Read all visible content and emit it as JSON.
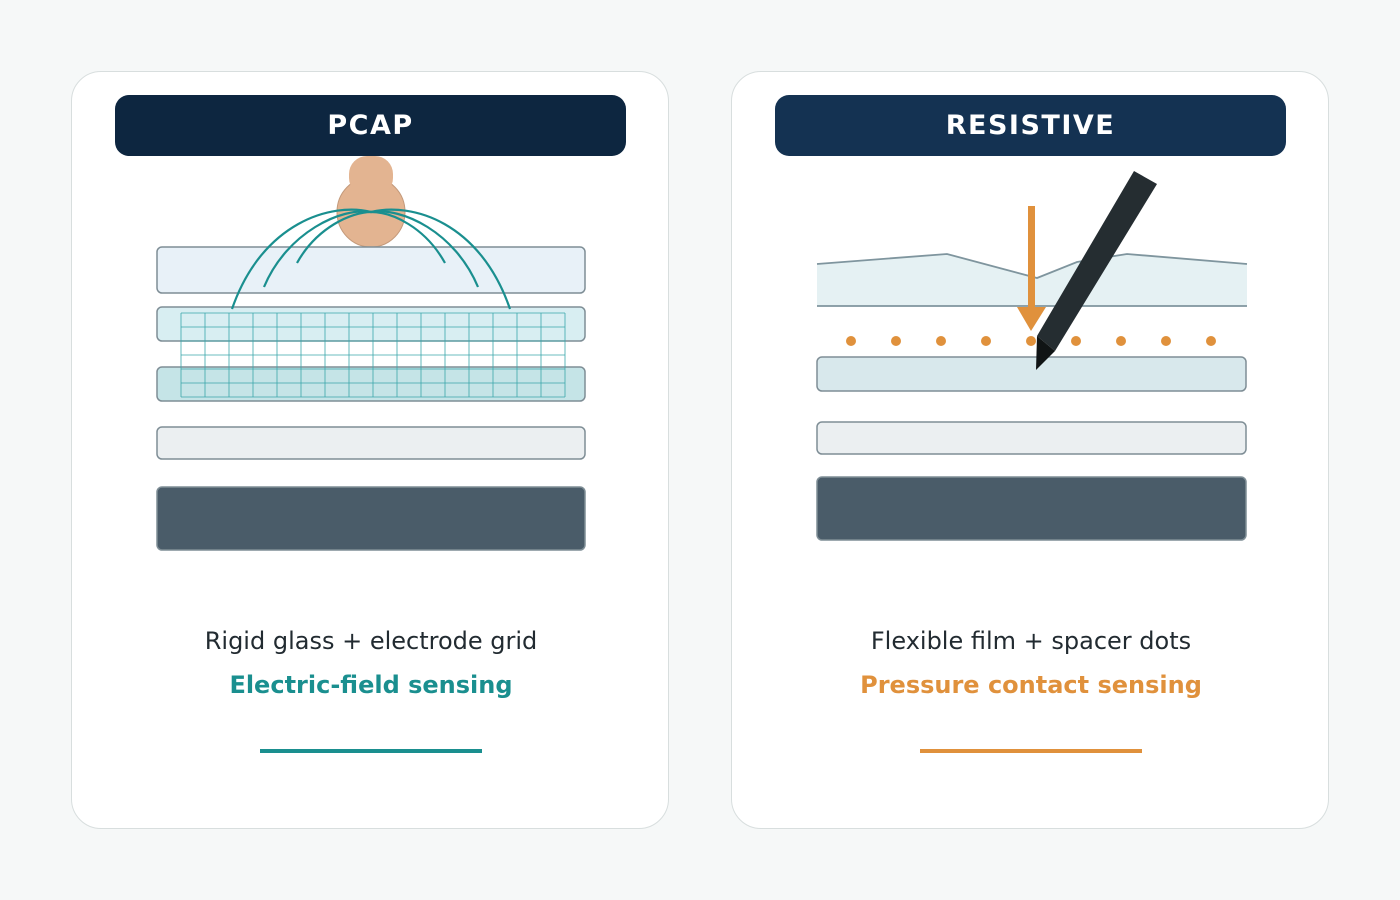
{
  "pcap": {
    "title": "PCAP",
    "caption": "Rigid glass + electrode grid",
    "sensing": "Electric-field sensing"
  },
  "resistive": {
    "title": "RESISTIVE",
    "caption": "Flexible film + spacer dots",
    "sensing": "Pressure contact sensing"
  },
  "colors": {
    "pcap_header": "#0d2640",
    "resistive_header": "#143252",
    "teal_accent": "#1a8f8f",
    "orange_accent": "#e0913c",
    "base_layer": "#4a5c69"
  },
  "icons": {
    "pcap": "finger-icon",
    "resistive": "stylus-icon"
  }
}
